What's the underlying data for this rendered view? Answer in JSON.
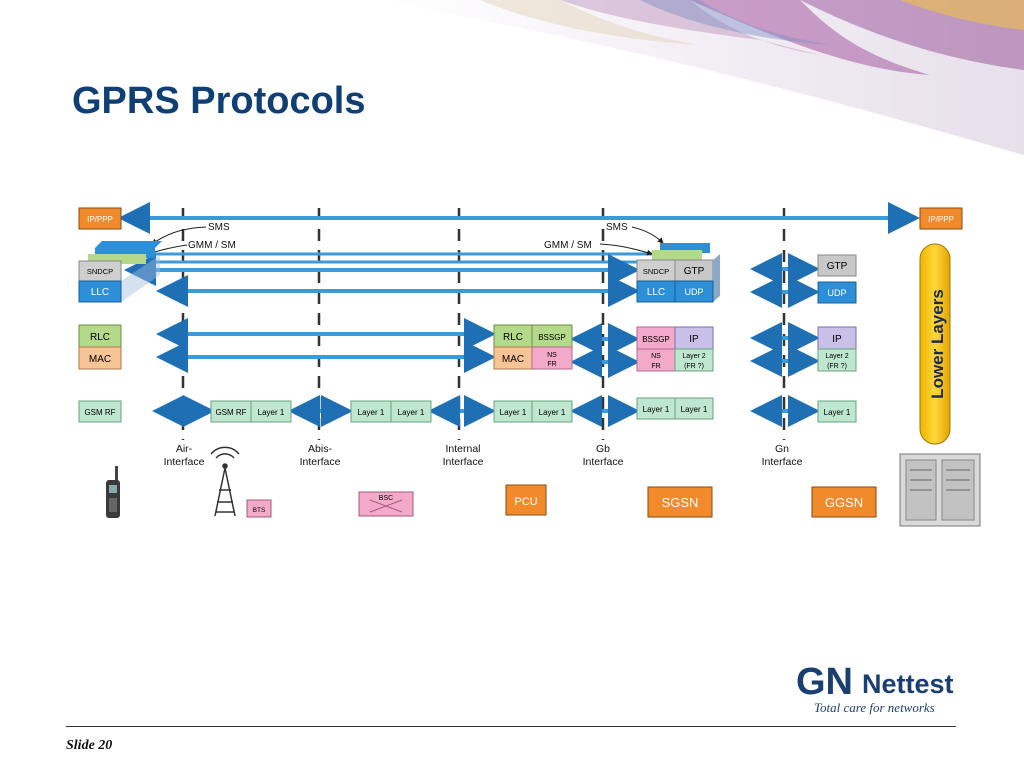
{
  "slide": {
    "title": "GPRS Protocols",
    "number_label": "Slide 20"
  },
  "logo": {
    "mark": "GN",
    "brand": "Nettest",
    "tagline": "Total care for networks"
  },
  "diagram": {
    "end_to_end": {
      "left": "IP/PPP",
      "right": "IP/PPP"
    },
    "signalling": {
      "sms_left": "SMS",
      "gmm_left": "GMM / SM",
      "sms_right": "SMS",
      "gmm_right": "GMM / SM"
    },
    "ms": {
      "sndcp": "SNDCP",
      "llc": "LLC",
      "rlc": "RLC",
      "mac": "MAC",
      "gsm_rf": "GSM RF"
    },
    "bts": {
      "gsm_rf": "GSM RF",
      "layer1": "Layer 1"
    },
    "bsc": {
      "layer1a": "Layer 1",
      "layer1b": "Layer 1"
    },
    "pcu": {
      "rlc": "RLC",
      "bssgp": "BSSGP",
      "mac": "MAC",
      "ns": "NS",
      "fr": "FR",
      "layer1a": "Layer 1",
      "layer1b": "Layer 1"
    },
    "sgsn": {
      "sndcp": "SNDCP",
      "gtp": "GTP",
      "llc": "LLC",
      "udp": "UDP",
      "bssgp": "BSSGP",
      "ip": "IP",
      "ns": "NS",
      "fr": "FR",
      "layer2": "Layer 2",
      "layer2_sub": "(FR ?)",
      "layer1a": "Layer 1",
      "layer1b": "Layer 1"
    },
    "ggsn": {
      "gtp": "GTP",
      "udp": "UDP",
      "ip": "IP",
      "layer2": "Layer 2",
      "layer2_sub": "(FR ?)",
      "layer1": "Layer 1"
    },
    "lower_layers": "Lower Layers",
    "interfaces": {
      "air": [
        "Air-",
        "Interface"
      ],
      "abis": [
        "Abis-",
        "Interface"
      ],
      "internal": [
        "Internal",
        "Interface"
      ],
      "gb": [
        "Gb",
        "Interface"
      ],
      "gn": [
        "Gn",
        "Interface"
      ]
    },
    "nodes": {
      "bts": "BTS",
      "bsc": "BSC",
      "pcu": "PCU",
      "sgsn": "SGSN",
      "ggsn": "GGSN"
    }
  },
  "colors": {
    "title": "#0f3f73",
    "orange": "#f08a2b",
    "gray": "#c8c8c8",
    "blue": "#2c8fd8",
    "green": "#b5d98a",
    "peach": "#f7c496",
    "mint": "#bfe6cf",
    "lilac": "#c9c0ea",
    "pink": "#f3a9c9",
    "arrow": "#3b9ad8",
    "lower_layers": "#f5c518"
  }
}
